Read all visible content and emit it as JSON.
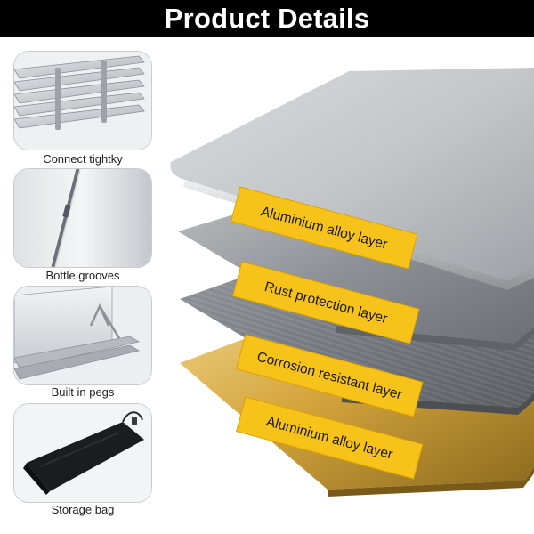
{
  "header": {
    "title": "Product Details"
  },
  "features": [
    {
      "caption": "Connect tightky",
      "icon": "hinged-panels-image"
    },
    {
      "caption": "Bottle grooves",
      "icon": "bottle-groove-image"
    },
    {
      "caption": "Built in pegs",
      "icon": "built-in-pegs-image"
    },
    {
      "caption": "Storage bag",
      "icon": "storage-bag-image"
    }
  ],
  "layers": [
    {
      "label": "Aluminium alloy layer",
      "color": "#f7c21a"
    },
    {
      "label": "Rust protection layer",
      "color": "#f7c21a"
    },
    {
      "label": "Corrosion resistant layer",
      "color": "#f7c21a"
    },
    {
      "label": "Aluminium alloy layer",
      "color": "#f7c21a"
    }
  ]
}
